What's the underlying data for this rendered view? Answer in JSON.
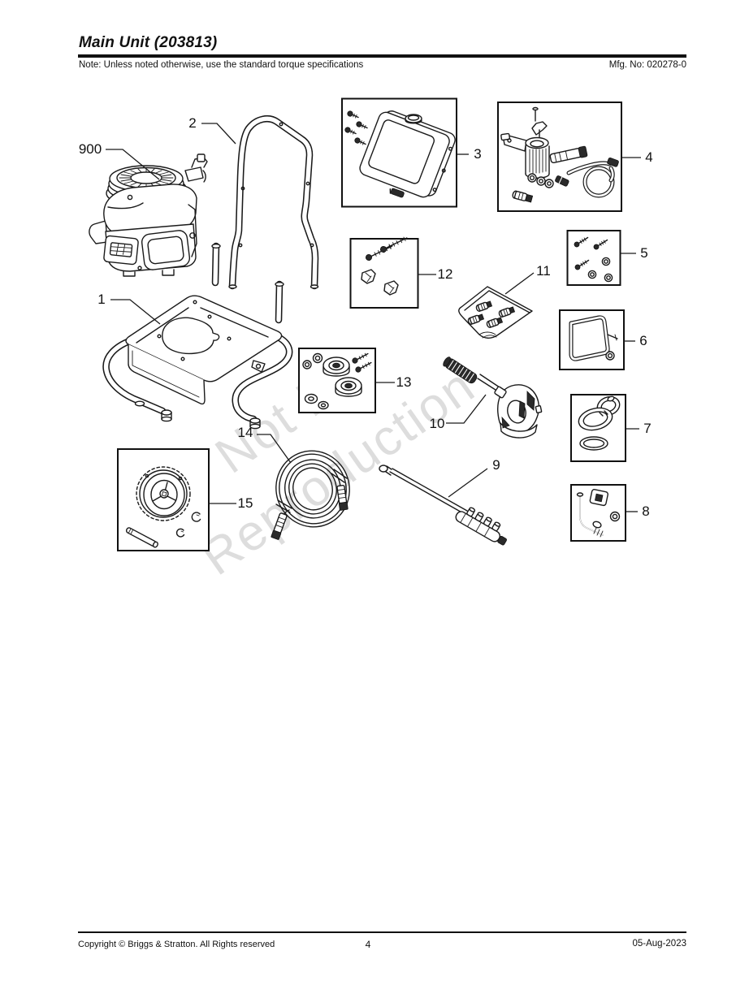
{
  "header": {
    "title": "Main Unit (203813)",
    "note": "Note: Unless noted otherwise, use the standard torque specifications",
    "mfg_no": "Mfg. No: 020278-0"
  },
  "watermark": {
    "line1": "Not For",
    "line2": "Reproduction"
  },
  "footer": {
    "copyright": "Copyright ©  Briggs & Stratton. All Rights reserved",
    "page_number": "4",
    "date": "05-Aug-2023"
  },
  "diagram": {
    "callouts": [
      {
        "id": "900",
        "label": "900",
        "part": "engine"
      },
      {
        "id": "1",
        "label": "1",
        "part": "frame-base"
      },
      {
        "id": "2",
        "label": "2",
        "part": "handle"
      },
      {
        "id": "3",
        "label": "3",
        "part": "panel-kit"
      },
      {
        "id": "4",
        "label": "4",
        "part": "pump-kit"
      },
      {
        "id": "5",
        "label": "5",
        "part": "fastener-kit"
      },
      {
        "id": "6",
        "label": "6",
        "part": "bracket-kit"
      },
      {
        "id": "7",
        "label": "7",
        "part": "cap-kit"
      },
      {
        "id": "8",
        "label": "8",
        "part": "elbow-kit"
      },
      {
        "id": "9",
        "label": "9",
        "part": "spray-wand"
      },
      {
        "id": "10",
        "label": "10",
        "part": "spray-gun"
      },
      {
        "id": "11",
        "label": "11",
        "part": "fitting-bag"
      },
      {
        "id": "12",
        "label": "12",
        "part": "bolt-clip-kit"
      },
      {
        "id": "13",
        "label": "13",
        "part": "bearing-kit"
      },
      {
        "id": "14",
        "label": "14",
        "part": "high-pressure-hose"
      },
      {
        "id": "15",
        "label": "15",
        "part": "wheel-kit"
      }
    ]
  },
  "colors": {
    "line": "#1a1a1a",
    "watermark": "#c9c9c9",
    "paper": "#ffffff"
  }
}
